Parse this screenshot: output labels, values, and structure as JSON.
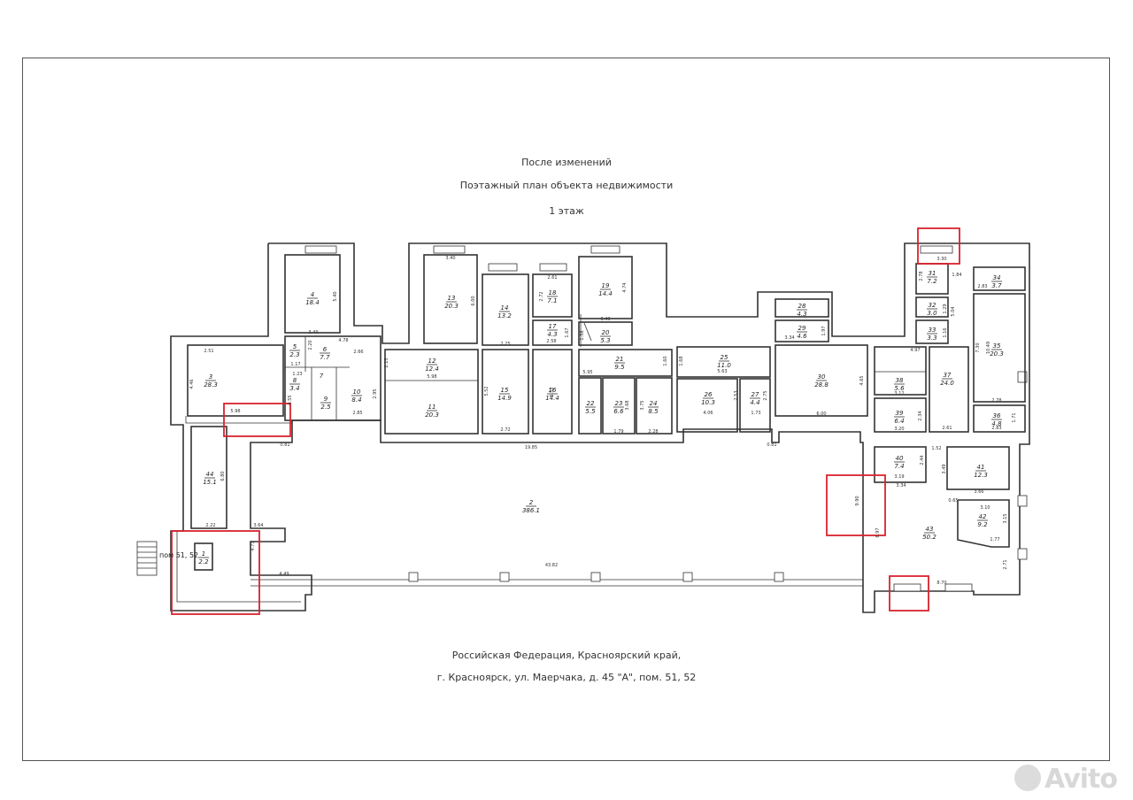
{
  "header": {
    "line1": "После изменений",
    "line2": "Поэтажный план объекта недвижимости",
    "line3": "1 этаж"
  },
  "footer": {
    "line1": "Российская Федерация, Красноярский край,",
    "line2": "г. Красноярск, ул. Маерчака, д. 45 \"А\", пом. 51, 52"
  },
  "marker_label": "пом 51, 52",
  "watermark": "Avito",
  "colors": {
    "mark": "#d9232e",
    "line": "#333333"
  },
  "rooms": [
    {
      "n": "1",
      "a": "2.2"
    },
    {
      "n": "2",
      "a": "386.1"
    },
    {
      "n": "3",
      "a": "28.3"
    },
    {
      "n": "4",
      "a": "18.4"
    },
    {
      "n": "5",
      "a": "2.3"
    },
    {
      "n": "6",
      "a": "7.7"
    },
    {
      "n": "7",
      "a": ""
    },
    {
      "n": "8",
      "a": "3.4"
    },
    {
      "n": "9",
      "a": "2.5"
    },
    {
      "n": "10",
      "a": "8.4"
    },
    {
      "n": "11",
      "a": "20.3"
    },
    {
      "n": "12",
      "a": "12.4"
    },
    {
      "n": "13",
      "a": "20.3"
    },
    {
      "n": "14",
      "a": "13.2"
    },
    {
      "n": "15",
      "a": "14.9"
    },
    {
      "n": "16",
      "a": "14.4"
    },
    {
      "n": "17",
      "a": "4.3"
    },
    {
      "n": "18",
      "a": "7.1"
    },
    {
      "n": "19",
      "a": "14.4"
    },
    {
      "n": "20",
      "a": "5.3"
    },
    {
      "n": "21",
      "a": "9.5"
    },
    {
      "n": "22",
      "a": "5.5"
    },
    {
      "n": "23",
      "a": "6.6"
    },
    {
      "n": "24",
      "a": "8.5"
    },
    {
      "n": "25",
      "a": "11.0"
    },
    {
      "n": "26",
      "a": "10.3"
    },
    {
      "n": "27",
      "a": "4.4"
    },
    {
      "n": "28",
      "a": "4.3"
    },
    {
      "n": "29",
      "a": "4.6"
    },
    {
      "n": "30",
      "a": "28.8"
    },
    {
      "n": "31",
      "a": "7.2"
    },
    {
      "n": "32",
      "a": "3.0"
    },
    {
      "n": "33",
      "a": "3.3"
    },
    {
      "n": "34",
      "a": "3.7"
    },
    {
      "n": "35",
      "a": "20.3"
    },
    {
      "n": "36",
      "a": "4.8"
    },
    {
      "n": "37",
      "a": "24.0"
    },
    {
      "n": "38",
      "a": "5.6"
    },
    {
      "n": "39",
      "a": "6.4"
    },
    {
      "n": "40",
      "a": "7.4"
    },
    {
      "n": "41",
      "a": "12.3"
    },
    {
      "n": "42",
      "a": "9.2"
    },
    {
      "n": "43",
      "a": "50.2"
    },
    {
      "n": "44",
      "a": "15.1"
    }
  ],
  "dimensions": [
    "3.40",
    "5.40",
    "2.51",
    "4.46",
    "5.98",
    "0.81",
    "2.66",
    "4.78",
    "3.40",
    "2.15",
    "2.95",
    "2.85",
    "5.98",
    "6.00",
    "5.52",
    "2.72",
    "2.25",
    "2.61",
    "2.72",
    "1.67",
    "2.58",
    "1.58",
    "3.40",
    "4.74",
    "5.95",
    "1.60",
    "5.63",
    "1.68",
    "2.53",
    "4.06",
    "1.73",
    "2.75",
    "3.34",
    "1.97",
    "4.65",
    "6.00",
    "19.85",
    "0.81",
    "4.97",
    "5.04",
    "3.30",
    "1.84",
    "2.83",
    "7.30",
    "10.49",
    "2.78",
    "2.83",
    "1.71",
    "3.12",
    "3.20",
    "2.61",
    "1.52",
    "3.19",
    "3.34",
    "3.49",
    "3.66",
    "9.90",
    "8.70",
    "1.77",
    "3.15",
    "6.97",
    "2.71",
    "4.73",
    "4.49",
    "3.64",
    "2.22",
    "6.80",
    "43.82",
    "0.65",
    "3.10",
    "2.34",
    "1.79",
    "2.28",
    "3.75",
    "3.68",
    "5.52",
    "1.17",
    "1.23",
    "0.55",
    "2.20",
    "2.44",
    "1.16",
    "1.29",
    "2.78"
  ]
}
